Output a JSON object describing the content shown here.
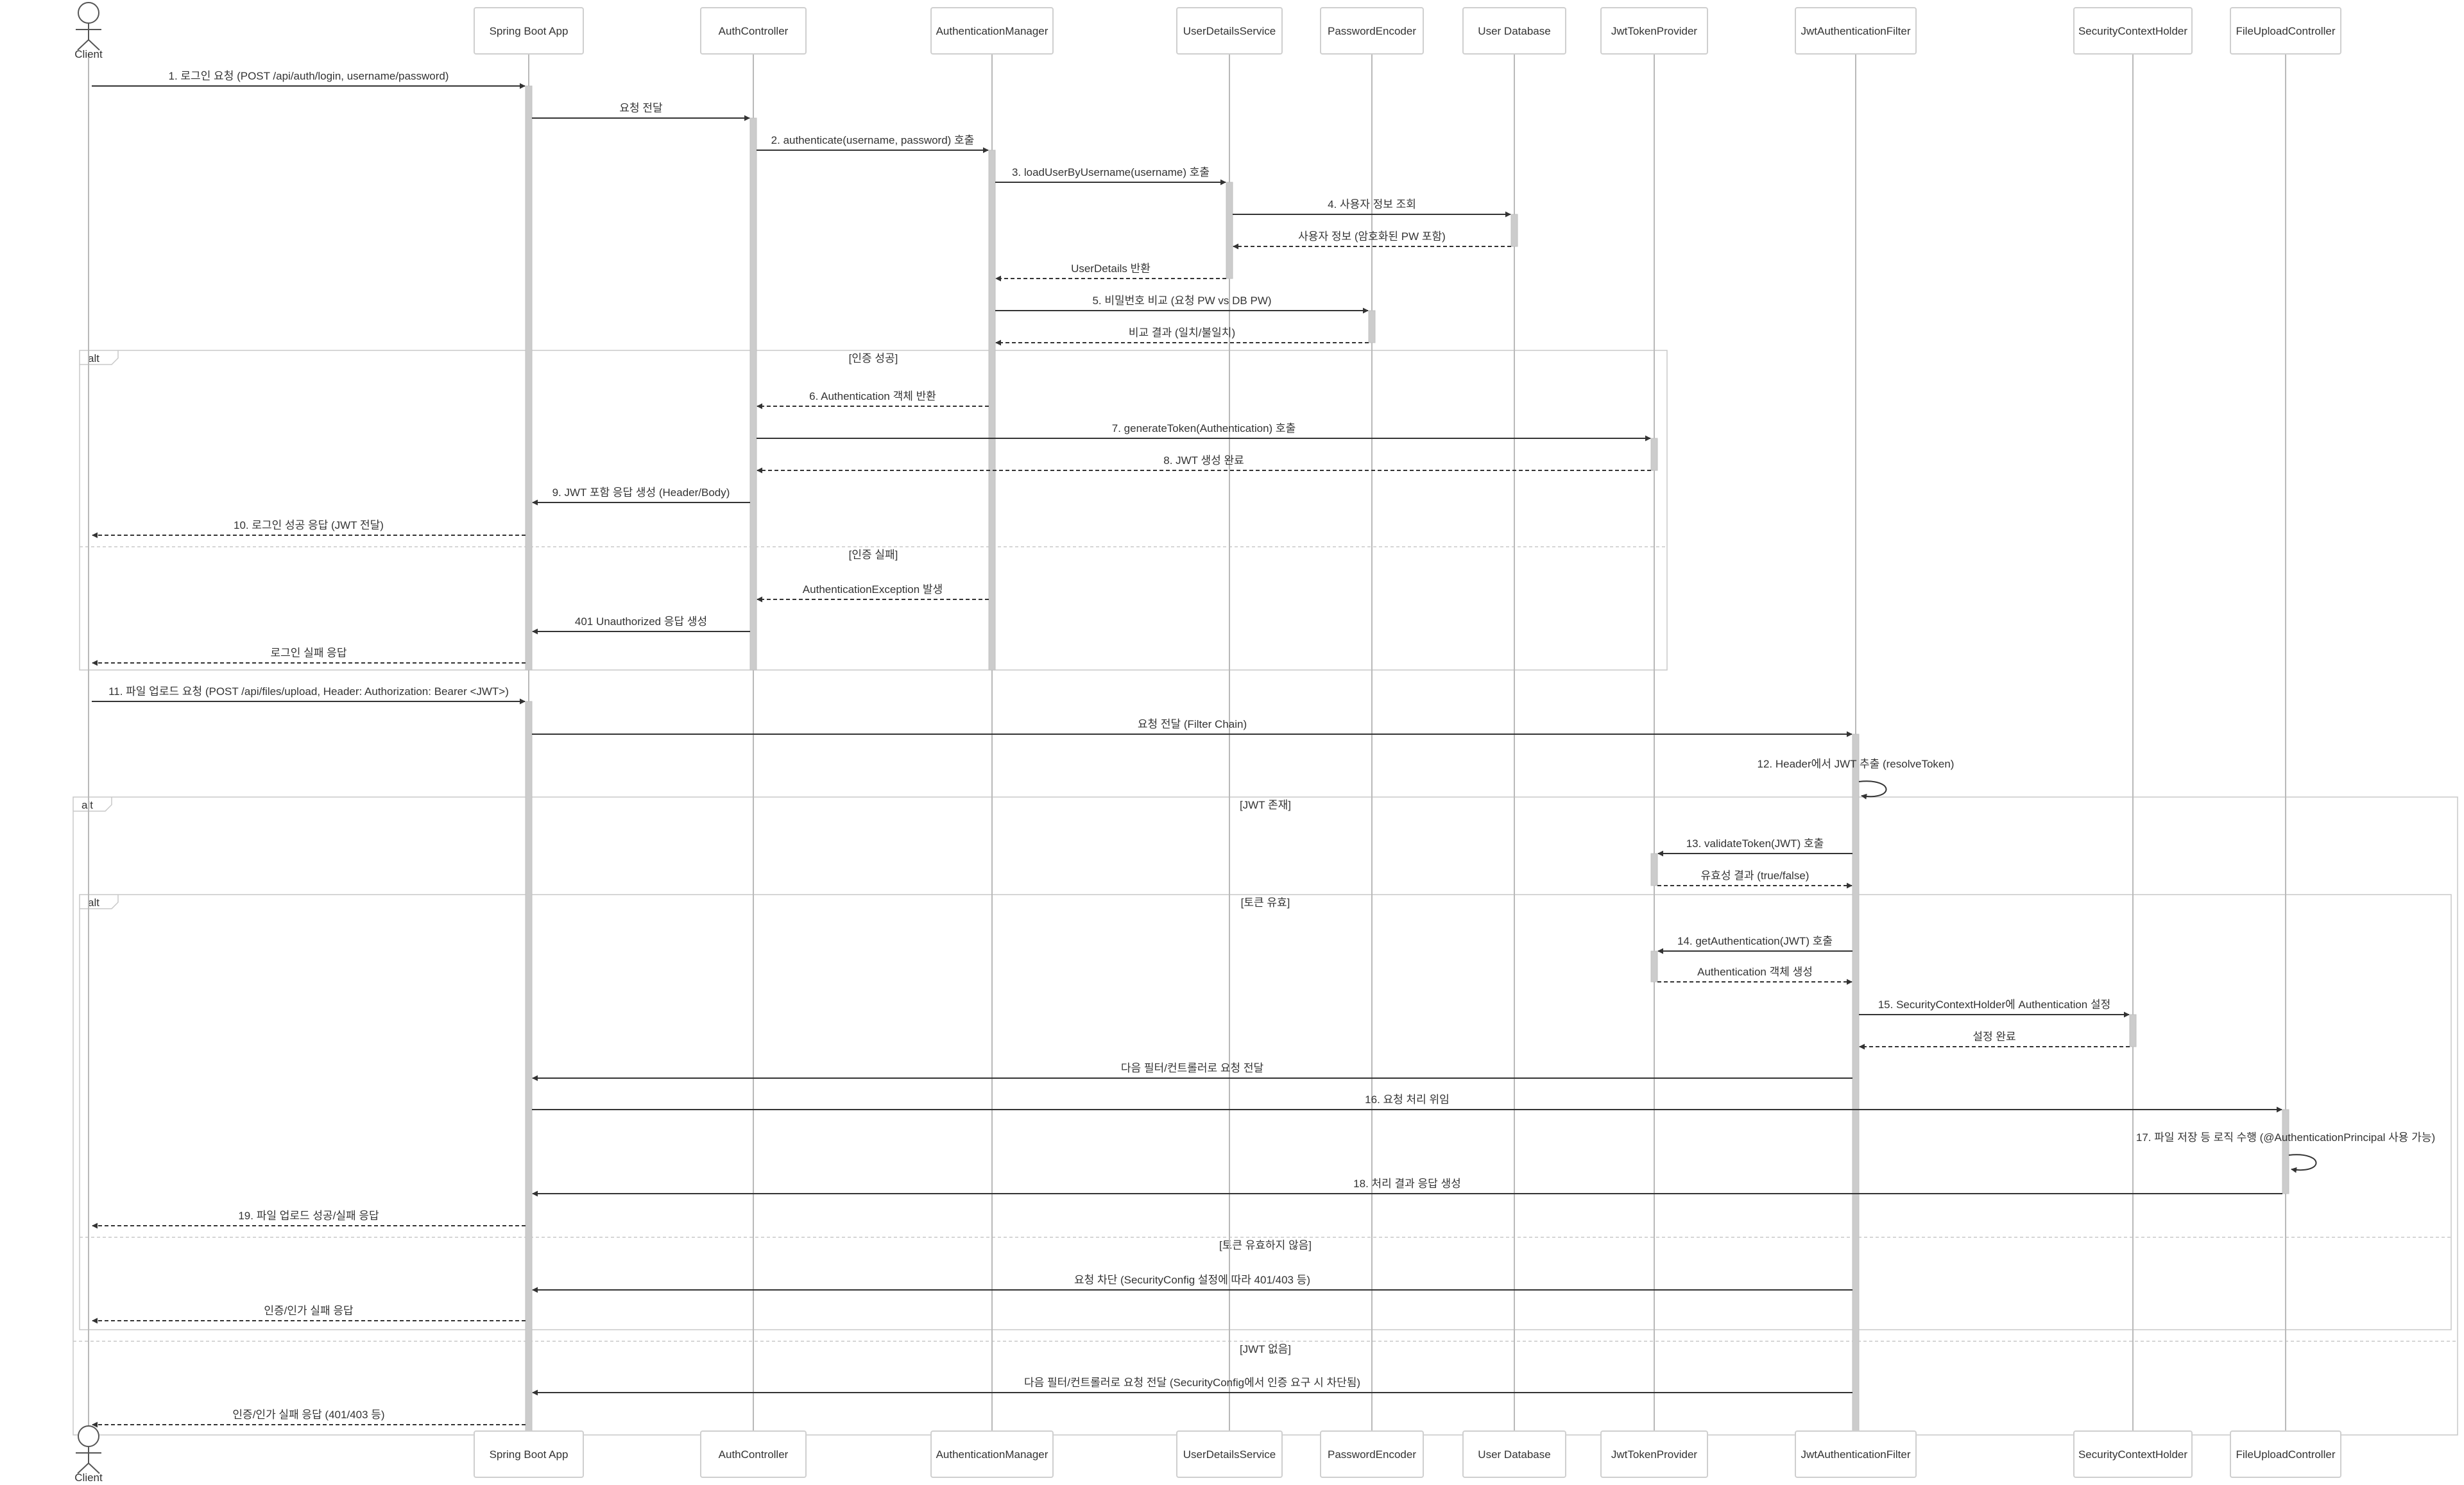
{
  "participants": [
    {
      "id": "client",
      "label": "Client",
      "kind": "actor"
    },
    {
      "id": "app",
      "label": "Spring Boot App",
      "kind": "box"
    },
    {
      "id": "authc",
      "label": "AuthController",
      "kind": "box"
    },
    {
      "id": "authm",
      "label": "AuthenticationManager",
      "kind": "box"
    },
    {
      "id": "uds",
      "label": "UserDetailsService",
      "kind": "box"
    },
    {
      "id": "pe",
      "label": "PasswordEncoder",
      "kind": "box"
    },
    {
      "id": "db",
      "label": "User Database",
      "kind": "box"
    },
    {
      "id": "jwtp",
      "label": "JwtTokenProvider",
      "kind": "box"
    },
    {
      "id": "jwtf",
      "label": "JwtAuthenticationFilter",
      "kind": "box"
    },
    {
      "id": "sch",
      "label": "SecurityContextHolder",
      "kind": "box"
    },
    {
      "id": "fuc",
      "label": "FileUploadController",
      "kind": "box"
    }
  ],
  "messages": [
    {
      "from": "client",
      "to": "app",
      "label": "1. 로그인 요청 (POST /api/auth/login, username/password)",
      "style": "solid"
    },
    {
      "from": "app",
      "to": "authc",
      "label": "요청 전달",
      "style": "solid"
    },
    {
      "from": "authc",
      "to": "authm",
      "label": "2. authenticate(username, password) 호출",
      "style": "solid"
    },
    {
      "from": "authm",
      "to": "uds",
      "label": "3. loadUserByUsername(username) 호출",
      "style": "solid"
    },
    {
      "from": "uds",
      "to": "db",
      "label": "4. 사용자 정보 조회",
      "style": "solid"
    },
    {
      "from": "db",
      "to": "uds",
      "label": "사용자 정보 (암호화된 PW 포함)",
      "style": "dashed"
    },
    {
      "from": "uds",
      "to": "authm",
      "label": "UserDetails 반환",
      "style": "dashed"
    },
    {
      "from": "authm",
      "to": "pe",
      "label": "5. 비밀번호 비교 (요청 PW vs DB PW)",
      "style": "solid"
    },
    {
      "from": "pe",
      "to": "authm",
      "label": "비교 결과 (일치/불일치)",
      "style": "dashed"
    },
    {
      "from": "authm",
      "to": "authc",
      "label": "6. Authentication 객체 반환",
      "style": "dashed"
    },
    {
      "from": "authc",
      "to": "jwtp",
      "label": "7. generateToken(Authentication) 호출",
      "style": "solid"
    },
    {
      "from": "jwtp",
      "to": "authc",
      "label": "8. JWT 생성 완료",
      "style": "dashed"
    },
    {
      "from": "authc",
      "to": "app",
      "label": "9. JWT 포함 응답 생성 (Header/Body)",
      "style": "solid"
    },
    {
      "from": "app",
      "to": "client",
      "label": "10. 로그인 성공 응답 (JWT 전달)",
      "style": "dashed"
    },
    {
      "from": "authm",
      "to": "authc",
      "label": "AuthenticationException 발생",
      "style": "dashed"
    },
    {
      "from": "authc",
      "to": "app",
      "label": "401 Unauthorized 응답 생성",
      "style": "solid"
    },
    {
      "from": "app",
      "to": "client",
      "label": "로그인 실패 응답",
      "style": "dashed"
    },
    {
      "from": "client",
      "to": "app",
      "label": "11. 파일 업로드 요청 (POST /api/files/upload, Header: Authorization: Bearer <JWT>)",
      "style": "solid"
    },
    {
      "from": "app",
      "to": "jwtf",
      "label": "요청 전달 (Filter Chain)",
      "style": "solid"
    },
    {
      "from": "jwtf",
      "to": "jwtf",
      "label": "12. Header에서 JWT 추출 (resolveToken)",
      "style": "solid"
    },
    {
      "from": "jwtf",
      "to": "jwtp",
      "label": "13. validateToken(JWT) 호출",
      "style": "solid"
    },
    {
      "from": "jwtp",
      "to": "jwtf",
      "label": "유효성 결과 (true/false)",
      "style": "dashed"
    },
    {
      "from": "jwtf",
      "to": "jwtp",
      "label": "14. getAuthentication(JWT) 호출",
      "style": "solid"
    },
    {
      "from": "jwtp",
      "to": "jwtf",
      "label": "Authentication 객체 생성",
      "style": "dashed"
    },
    {
      "from": "jwtf",
      "to": "sch",
      "label": "15. SecurityContextHolder에 Authentication 설정",
      "style": "solid"
    },
    {
      "from": "sch",
      "to": "jwtf",
      "label": "설정 완료",
      "style": "dashed"
    },
    {
      "from": "jwtf",
      "to": "app",
      "label": "다음 필터/컨트롤러로 요청 전달",
      "style": "solid"
    },
    {
      "from": "app",
      "to": "fuc",
      "label": "16. 요청 처리 위임",
      "style": "solid"
    },
    {
      "from": "fuc",
      "to": "fuc",
      "label": "17. 파일 저장 등 로직 수행 (@AuthenticationPrincipal 사용 가능)",
      "style": "solid"
    },
    {
      "from": "fuc",
      "to": "app",
      "label": "18. 처리 결과 응답 생성",
      "style": "solid"
    },
    {
      "from": "app",
      "to": "client",
      "label": "19. 파일 업로드 성공/실패 응답",
      "style": "dashed"
    },
    {
      "from": "jwtf",
      "to": "app",
      "label": "요청 차단 (SecurityConfig 설정에 따라 401/403 등)",
      "style": "solid"
    },
    {
      "from": "app",
      "to": "client",
      "label": "인증/인가 실패 응답",
      "style": "dashed"
    },
    {
      "from": "jwtf",
      "to": "app",
      "label": "다음 필터/컨트롤러로 요청 전달 (SecurityConfig에서 인증 요구 시 차단됨)",
      "style": "solid"
    },
    {
      "from": "app",
      "to": "client",
      "label": "인증/인가 실패 응답 (401/403 등)",
      "style": "dashed"
    }
  ],
  "fragments": [
    {
      "tag": "alt",
      "sections": [
        "[인증 성공]",
        "[인증 실패]"
      ]
    },
    {
      "tag": "alt",
      "sections": [
        "[JWT 존재]",
        "[JWT 없음]"
      ]
    },
    {
      "tag": "alt",
      "sections": [
        "[토큰 유효]",
        "[토큰 유효하지 않음]"
      ]
    }
  ]
}
